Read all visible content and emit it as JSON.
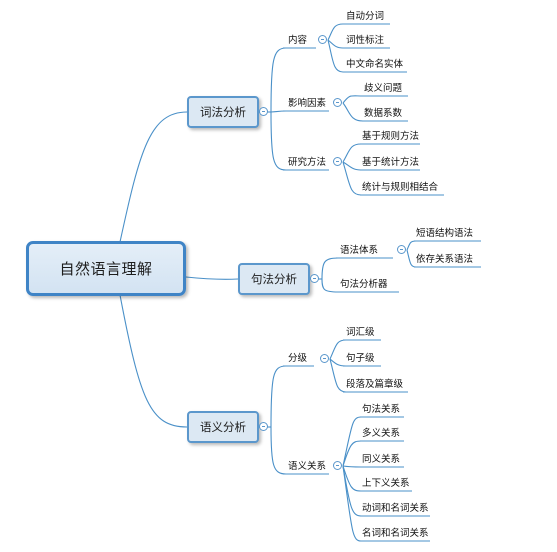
{
  "root": "自然语言理解",
  "branches": [
    {
      "label": "词法分析",
      "children": [
        {
          "label": "内容",
          "children": [
            "自动分词",
            "词性标注",
            "中文命名实体"
          ]
        },
        {
          "label": "影响因素",
          "children": [
            "歧义问题",
            "数据系数"
          ]
        },
        {
          "label": "研究方法",
          "children": [
            "基于规则方法",
            "基于统计方法",
            "统计与规则相结合"
          ]
        }
      ]
    },
    {
      "label": "句法分析",
      "children": [
        {
          "label": "语法体系",
          "children": [
            "短语结构语法",
            "依存关系语法"
          ]
        },
        {
          "label": "句法分析器",
          "children": []
        }
      ]
    },
    {
      "label": "语义分析",
      "children": [
        {
          "label": "分级",
          "children": [
            "词汇级",
            "句子级",
            "段落及篇章级"
          ]
        },
        {
          "label": "语义关系",
          "children": [
            "句法关系",
            "多义关系",
            "同义关系",
            "上下义关系",
            "动词和名词关系",
            "名词和名词关系"
          ]
        }
      ]
    }
  ]
}
